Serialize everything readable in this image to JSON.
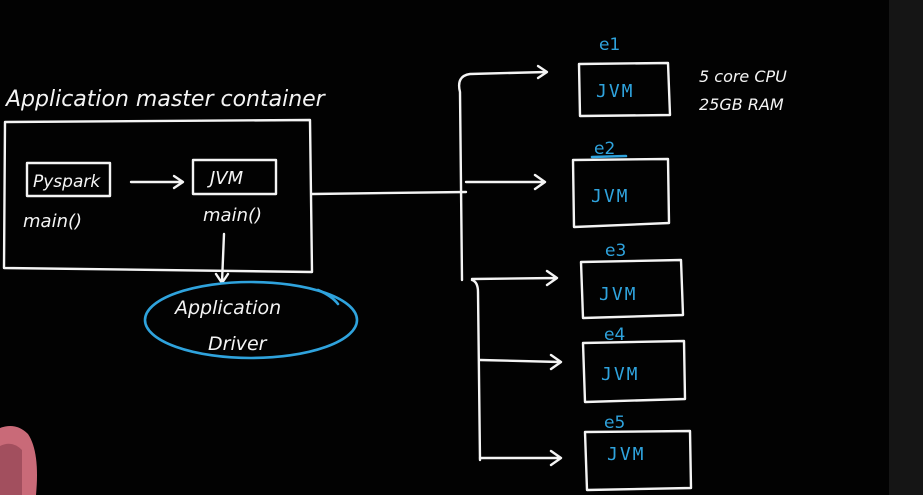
{
  "diagram": {
    "container_title": "Application master container",
    "pyspark": {
      "label": "Pyspark",
      "caption": "main()"
    },
    "driver_jvm": {
      "label": "JVM",
      "caption": "main()"
    },
    "driver_oval": {
      "line1": "Application",
      "line2": "Driver"
    },
    "executors": [
      {
        "id": "e1",
        "label": "JVM"
      },
      {
        "id": "e2",
        "label": "JVM"
      },
      {
        "id": "e3",
        "label": "JVM"
      },
      {
        "id": "e4",
        "label": "JVM"
      },
      {
        "id": "e5",
        "label": "JVM"
      }
    ],
    "executor_spec": {
      "cpu": "5 core CPU",
      "ram": "25GB RAM"
    }
  },
  "colors": {
    "chalk": "#f4f4f4",
    "accent_blue": "#2fa3dd",
    "background": "#020202"
  }
}
